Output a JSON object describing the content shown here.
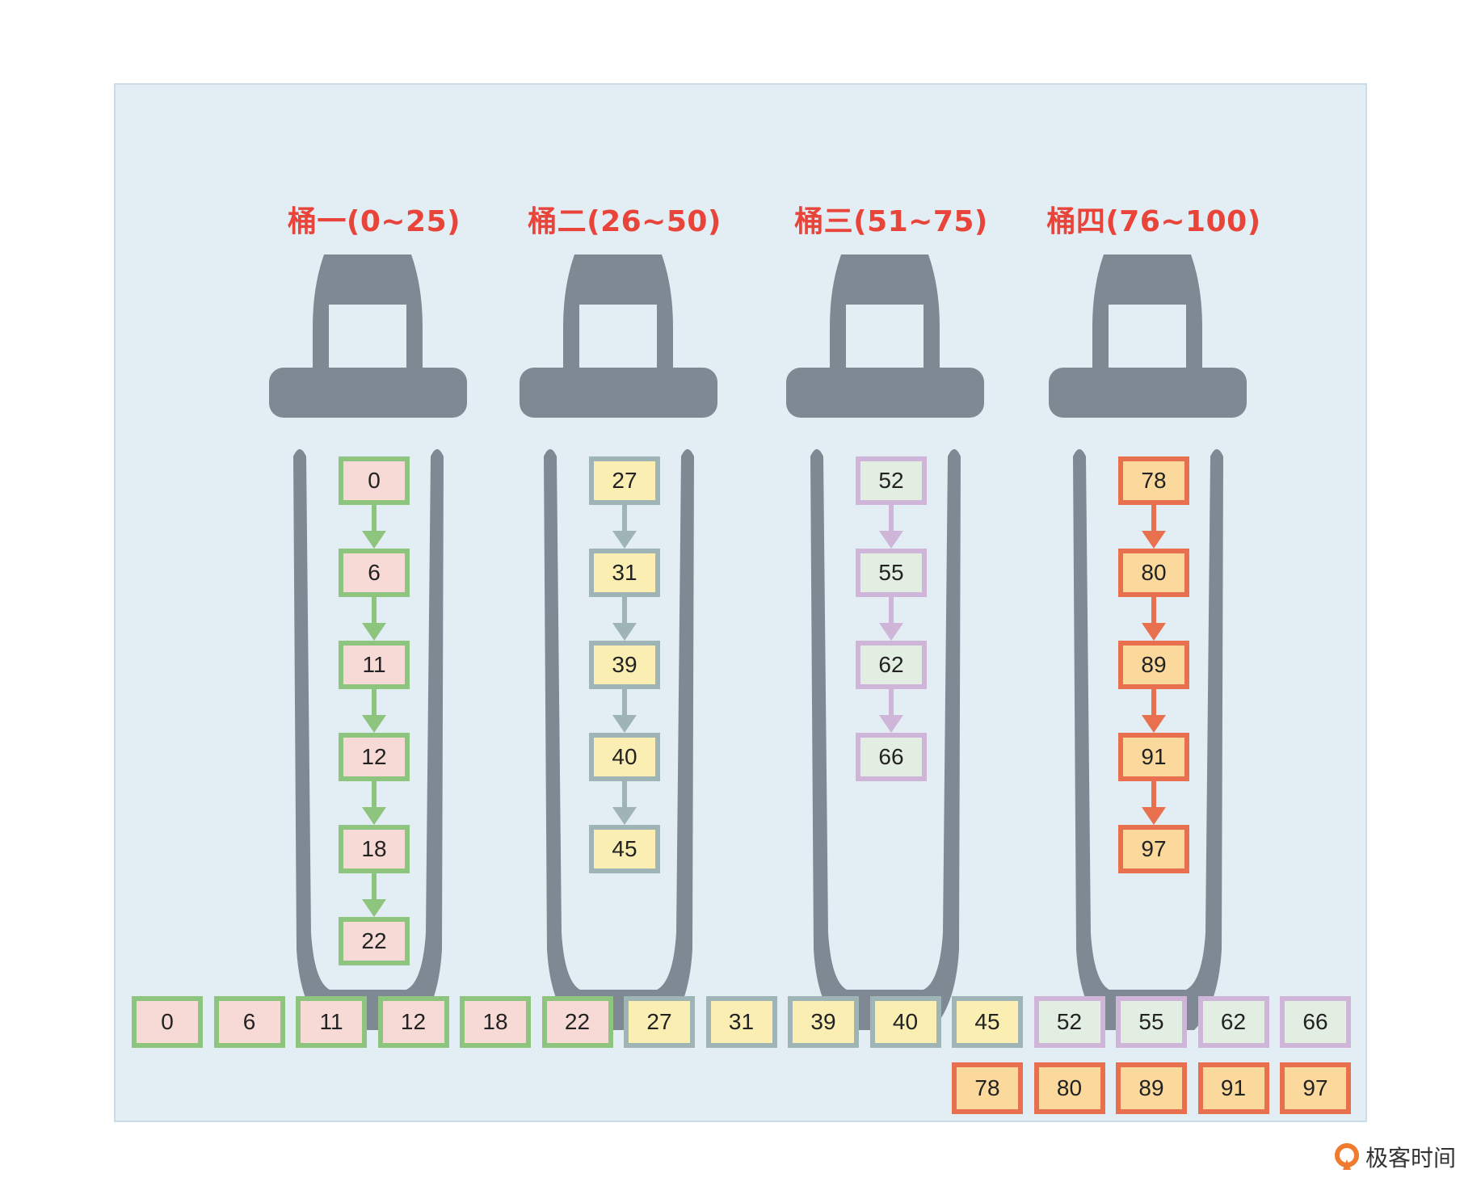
{
  "buckets": [
    {
      "title": "桶一(0~25)",
      "items": [
        "0",
        "6",
        "11",
        "12",
        "18",
        "22"
      ],
      "border": "#8dc47e",
      "fill": "#f7dad6",
      "arrow": "#8dc47e"
    },
    {
      "title": "桶二(26~50)",
      "items": [
        "27",
        "31",
        "39",
        "40",
        "45"
      ],
      "border": "#9fb4b4",
      "fill": "#faeeb3",
      "arrow": "#9fb4b4"
    },
    {
      "title": "桶三(51~75)",
      "items": [
        "52",
        "55",
        "62",
        "66"
      ],
      "border": "#cfb6d9",
      "fill": "#e3eee3",
      "arrow": "#cfb6d9"
    },
    {
      "title": "桶四(76~100)",
      "items": [
        "78",
        "80",
        "89",
        "91",
        "97"
      ],
      "border": "#e8704f",
      "fill": "#fbd99d",
      "arrow": "#e8704f"
    }
  ],
  "bucket_color": "#7f8994",
  "result": {
    "row1": [
      "0",
      "6",
      "11",
      "12",
      "18",
      "22",
      "27",
      "31",
      "39",
      "40",
      "45",
      "52",
      "55",
      "62",
      "66"
    ],
    "row2": [
      "78",
      "80",
      "89",
      "91",
      "97"
    ]
  },
  "logo": {
    "text": "极客时间",
    "color": "#f07b2e"
  }
}
